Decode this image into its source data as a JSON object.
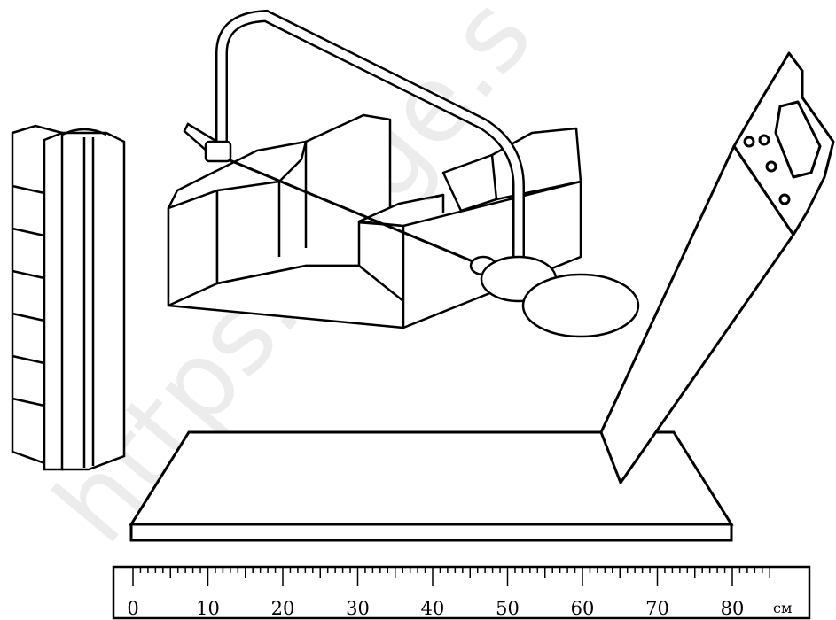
{
  "watermark": {
    "text": "https://oge.sdamgia.ru-like watermark"
  },
  "ruler": {
    "labels": [
      "0",
      "10",
      "20",
      "30",
      "40",
      "50",
      "60",
      "70",
      "80"
    ],
    "unit": "см",
    "min": 0,
    "max": 85,
    "minor_step": 1,
    "major_step": 10
  }
}
